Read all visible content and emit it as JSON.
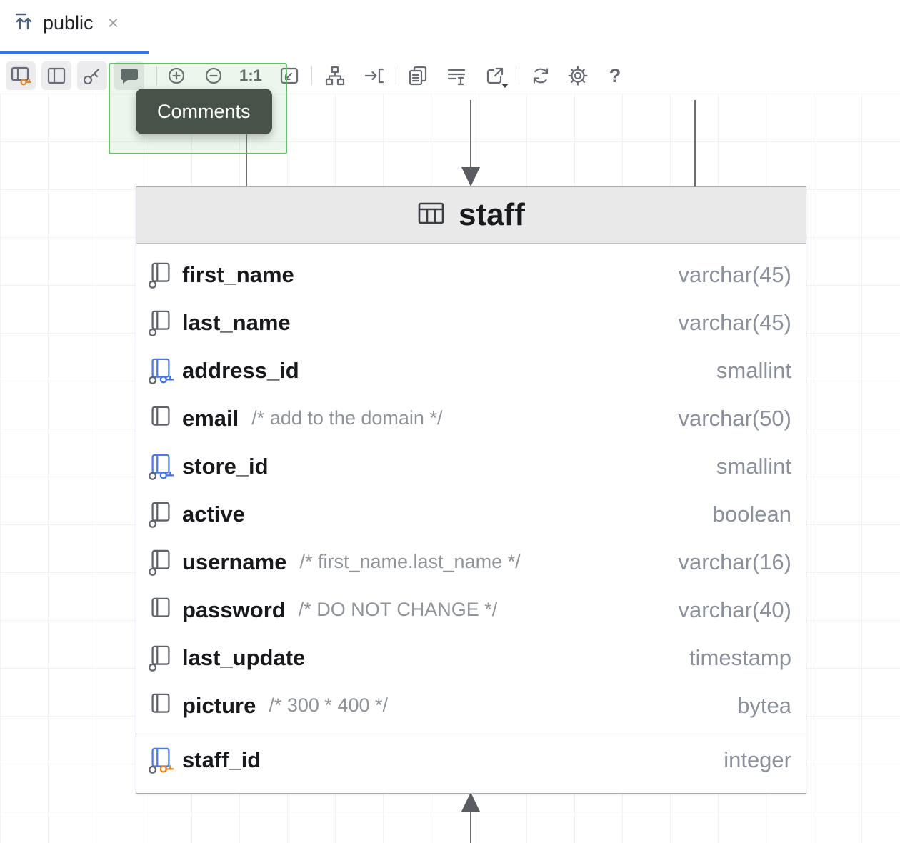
{
  "tab": {
    "label": "public",
    "close_glyph": "×"
  },
  "tooltip": {
    "text": "Comments"
  },
  "toolbar": {
    "zoom_reset_label": "1:1",
    "help_label": "?",
    "icons": [
      "table-columns-toggle",
      "panel-toggle",
      "key-columns-toggle",
      "comments-toggle",
      "zoom-in",
      "zoom-out",
      "zoom-reset",
      "fit-content",
      "auto-layout",
      "jump-to-source",
      "copy-diagram",
      "edit-comment",
      "open-in-editor",
      "refresh",
      "settings",
      "help"
    ]
  },
  "table": {
    "title": "staff",
    "columns": [
      {
        "name": "first_name",
        "comment": "",
        "type": "varchar(45)",
        "icon": "column-nullable-icon"
      },
      {
        "name": "last_name",
        "comment": "",
        "type": "varchar(45)",
        "icon": "column-nullable-icon"
      },
      {
        "name": "address_id",
        "comment": "",
        "type": "smallint",
        "icon": "foreign-key-column-icon"
      },
      {
        "name": "email",
        "comment": "/* add to the domain */",
        "type": "varchar(50)",
        "icon": "column-icon"
      },
      {
        "name": "store_id",
        "comment": "",
        "type": "smallint",
        "icon": "foreign-key-column-icon"
      },
      {
        "name": "active",
        "comment": "",
        "type": "boolean",
        "icon": "column-nullable-icon"
      },
      {
        "name": "username",
        "comment": "/* first_name.last_name */",
        "type": "varchar(16)",
        "icon": "column-nullable-icon"
      },
      {
        "name": "password",
        "comment": "/* DO NOT CHANGE */",
        "type": "varchar(40)",
        "icon": "column-icon"
      },
      {
        "name": "last_update",
        "comment": "",
        "type": "timestamp",
        "icon": "column-nullable-icon"
      },
      {
        "name": "picture",
        "comment": "/* 300 * 400 */",
        "type": "bytea",
        "icon": "column-icon"
      },
      {
        "name": "staff_id",
        "comment": "",
        "type": "integer",
        "icon": "primary-key-column-icon"
      }
    ]
  },
  "colors": {
    "accent_blue": "#3574f0",
    "highlight_green": "#69bb6e",
    "tooltip_bg": "#475349",
    "fk_key": "#3d74f0",
    "pk_key": "#e8821e"
  }
}
